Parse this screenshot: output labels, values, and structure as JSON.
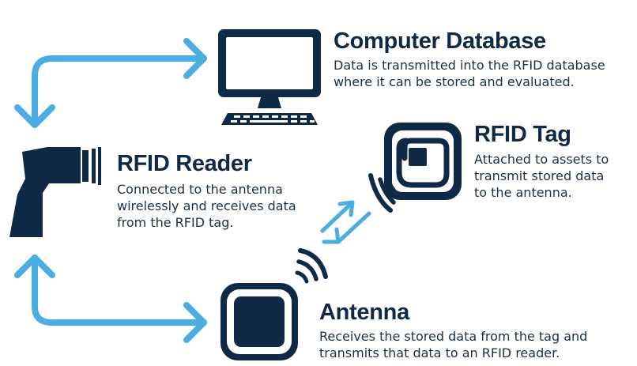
{
  "colors": {
    "navy": "#0e2a47",
    "arrow": "#4aaee3",
    "background": "#ffffff"
  },
  "icons": [
    "computer-monitor-icon",
    "keyboard-icon",
    "rfid-reader-gun-icon",
    "rfid-tag-icon",
    "antenna-icon",
    "signal-waves-icon"
  ],
  "nodes": {
    "computer": {
      "title": "Computer Database",
      "lines": [
        "Data is transmitted into the RFID database",
        "where it can be stored and evaluated."
      ]
    },
    "reader": {
      "title": "RFID Reader",
      "lines": [
        "Connected to the antenna",
        "wirelessly and receives data",
        "from the RFID tag."
      ]
    },
    "tag": {
      "title": "RFID Tag",
      "lines": [
        "Attached to assets to",
        "transmit stored data",
        "to the antenna."
      ]
    },
    "antenna": {
      "title": "Antenna",
      "lines": [
        "Receives the stored data from the tag and",
        "transmits that data to an RFID reader."
      ]
    }
  }
}
